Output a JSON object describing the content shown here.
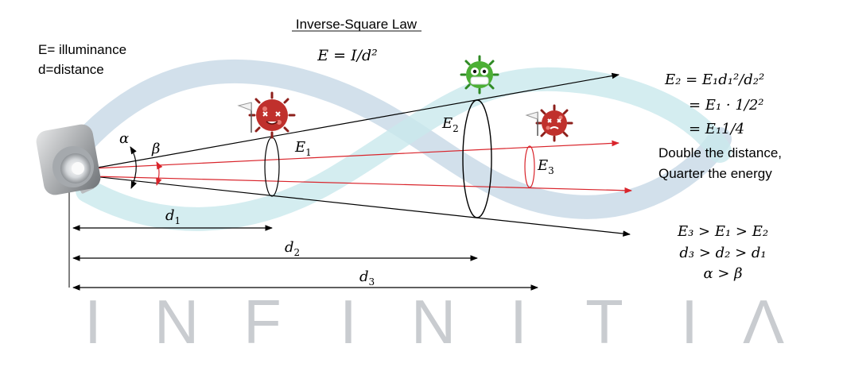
{
  "title": "Inverse-Square Law",
  "main_formula": "E = I/d²",
  "legend": {
    "line1": "E= illuminance",
    "line2": "d=distance"
  },
  "watermark": {
    "text": "INFINITIA",
    "letters": [
      "I",
      "N",
      "F",
      "I",
      "N",
      "I",
      "T",
      "I",
      "Λ"
    ]
  },
  "labels": {
    "alpha": "α",
    "beta": "β",
    "e1": "E",
    "e1_sub": "1",
    "e2": "E",
    "e2_sub": "2",
    "e3": "E",
    "e3_sub": "3",
    "d1": "d",
    "d1_sub": "1",
    "d2": "d",
    "d2_sub": "2",
    "d3": "d",
    "d3_sub": "3"
  },
  "equations": {
    "line1": "E₂ = E₁d₁²/d₂²",
    "line2": "= E₁ · 1/2²",
    "line3": "= E₁1/4",
    "note1": "Double the distance,",
    "note2": "Quarter the energy",
    "ineq1": "E₃ > E₁ > E₂",
    "ineq2": "d₃ > d₂ > d₁",
    "ineq3": "α > β"
  },
  "colors": {
    "black_ray": "#000000",
    "red_ray": "#d9242b",
    "watermark_blue": "#c3d6e4",
    "watermark_cyan": "#c9e9ec",
    "watermark_letter": "#c9ccd0",
    "virus_red": "#c0302c",
    "virus_green": "#4caf35"
  },
  "icons": [
    "led-lamp-icon",
    "sick-virus-icon",
    "masked-virus-icon",
    "dead-virus-icon"
  ]
}
